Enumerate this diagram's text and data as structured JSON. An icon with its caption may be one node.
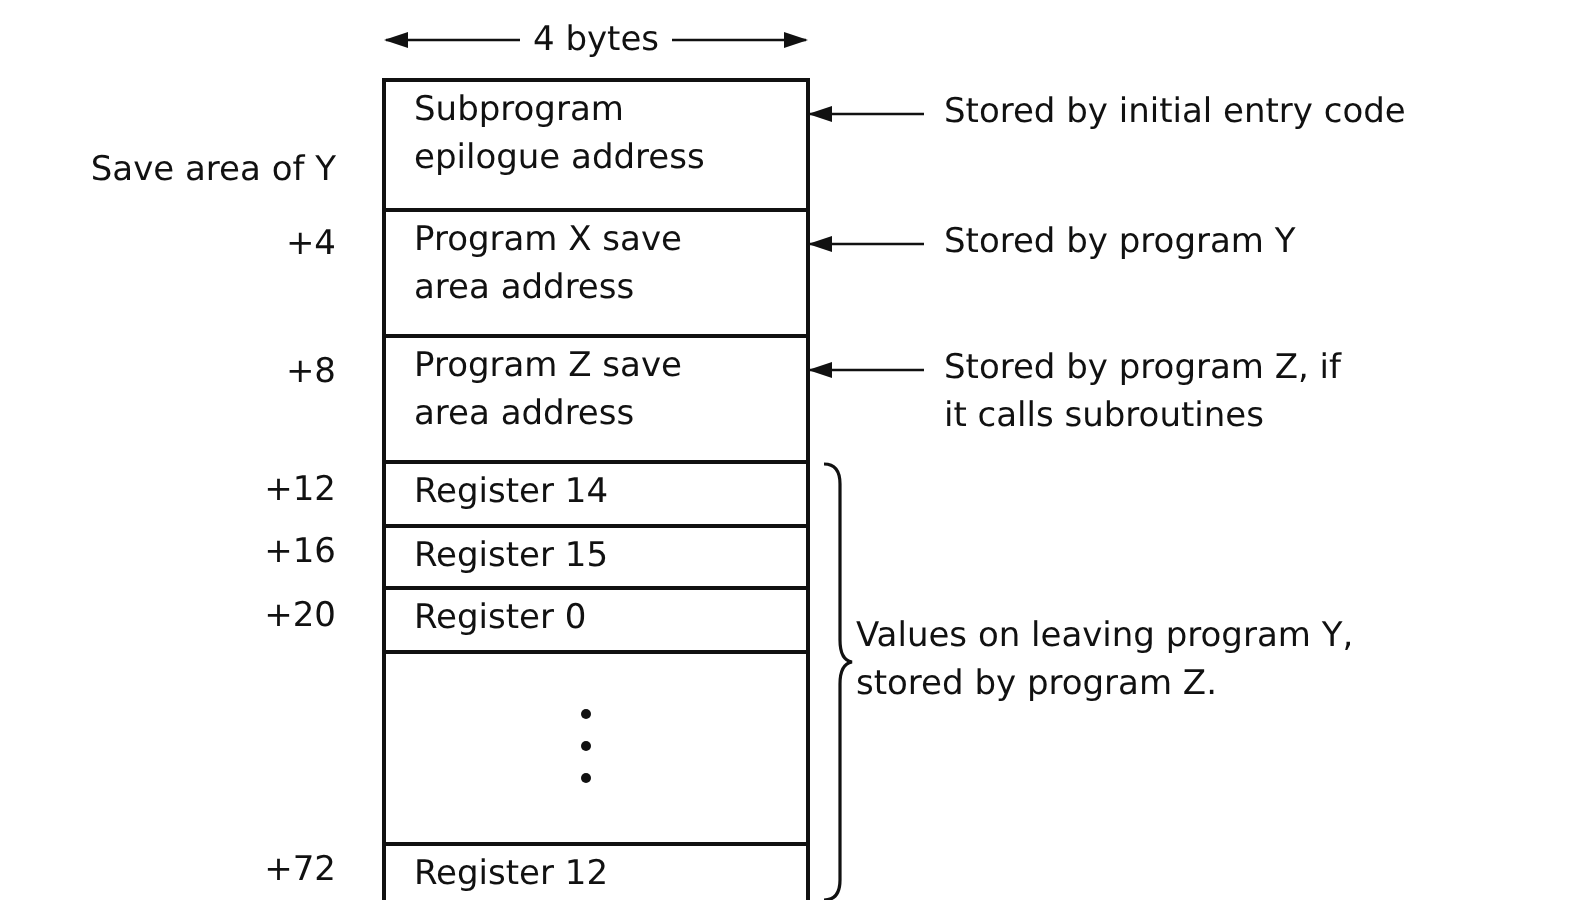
{
  "diagram": {
    "nodes": [
      {
        "text": [
          "Subprogram epilogue address"
        ]
      },
      {
        "text": [
          "Program X save area address"
        ]
      },
      {
        "text": [
          "Program Z save area address"
        ]
      },
      {
        "text": [
          "Register 14"
        ]
      },
      {
        "text": [
          "Register 15"
        ]
      },
      {
        "text": [
          "Register 0"
        ]
      },
      {
        "text": [],
        "shape": "box"
      },
      {
        "text": [
          "Register 12"
        ]
      },
      {
        "text": [
          "Stored by initial entry code"
        ]
      },
      {
        "text": [
          "Stored by program Y"
        ]
      },
      {
        "text": [
          "Stored by program Z, if it calls subroutines"
        ]
      }
    ],
    "edges": [
      {
        "from": 8,
        "to": 0,
        "arrow": "to"
      },
      {
        "from": 9,
        "to": 1,
        "arrow": "to"
      },
      {
        "from": 10,
        "to": 2,
        "arrow": "to"
      }
    ],
    "labels": [
      "4 bytes",
      "Save area of Y",
      "+4",
      "+8",
      "+12",
      "+16",
      "+20",
      "+72",
      "Values on leaving program Y, stored by program Z."
    ]
  }
}
